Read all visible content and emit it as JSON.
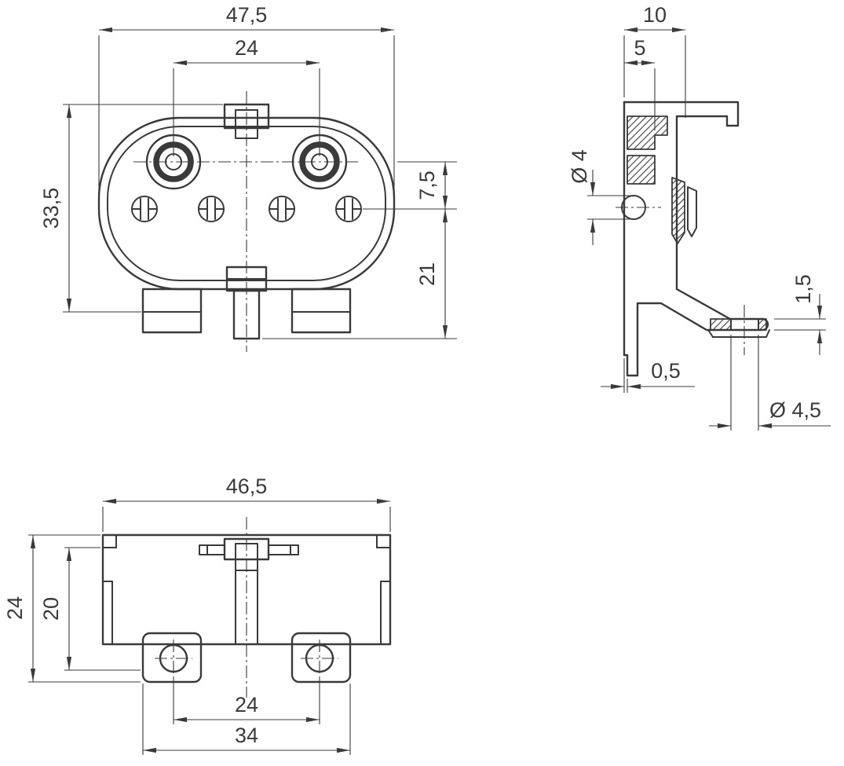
{
  "colors": {
    "line": "#3a3a3a",
    "background": "#ffffff"
  },
  "views": {
    "front": {
      "dims": {
        "width_total": "47,5",
        "pin_spacing": "24",
        "height_total": "33,5",
        "offset_rows": "7,5",
        "row_to_bottom": "21"
      }
    },
    "side": {
      "dims": {
        "depth_outer": "10",
        "depth_inner": "5",
        "hole_dia": "Ø 4",
        "flange_thickness": "1,5",
        "edge_offset": "0,5",
        "flange_hole_dia": "Ø 4,5"
      }
    },
    "bottom": {
      "dims": {
        "width_total": "46,5",
        "height_total": "24",
        "height_inner": "20",
        "hole_spacing": "24",
        "feet_span": "34"
      }
    }
  }
}
